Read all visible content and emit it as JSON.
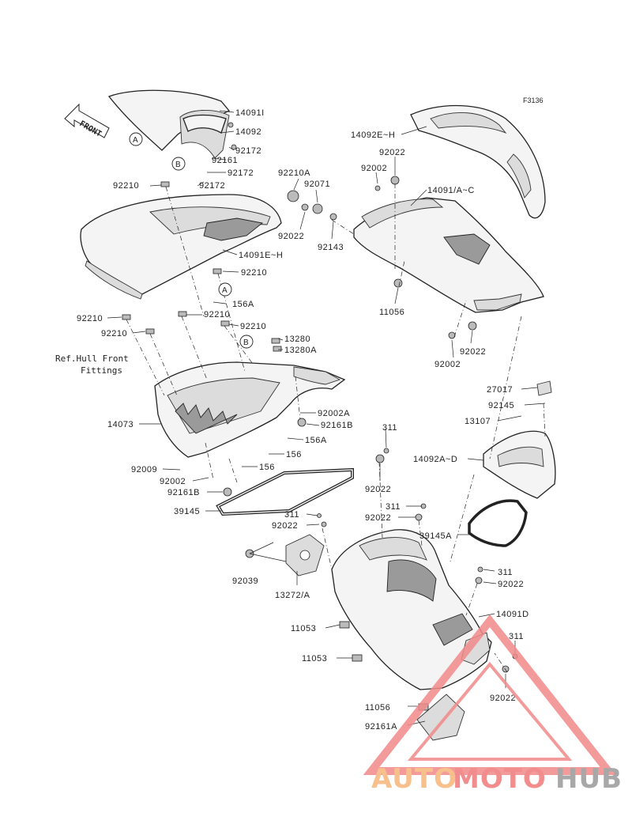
{
  "diagram": {
    "code": "F3136",
    "front_label": "FRONT",
    "ref_note": "Ref.Hull Front\nFittings",
    "callouts": {
      "a_left": "A",
      "a_mid": "A",
      "b_top": "B",
      "b_mid": "B"
    },
    "labels": {
      "l14091I": "14091I",
      "l14092": "14092",
      "l92172a": "92172",
      "l92161a": "92161",
      "l92172b": "92172",
      "l92172c": "92172",
      "l92210a": "92210",
      "l92210A": "92210A",
      "l92071": "92071",
      "l92022a": "92022",
      "l92143": "92143",
      "l14091EH": "14091E~H",
      "l92210b": "92210",
      "l156A": "156A",
      "l92210c": "92210",
      "l92210d": "92210",
      "l92210e": "92210",
      "l92210f": "92210",
      "l13280": "13280",
      "l13280A": "13280A",
      "l14073": "14073",
      "l92002A": "92002A",
      "l92161B": "92161B",
      "l156Ab": "156A",
      "l156a": "156",
      "l156b": "156",
      "l92009": "92009",
      "l92002a": "92002",
      "l92161Bb": "92161B",
      "l39145": "39145",
      "l14092EH": "14092E~H",
      "l92022b": "92022",
      "l92002b": "92002",
      "l14091AC": "14091/A~C",
      "l11056a": "11056",
      "l92022c": "92022",
      "l92002c": "92002",
      "l27017": "27017",
      "l92145": "92145",
      "l13107": "13107",
      "l311a": "311",
      "l14092AD": "14092A~D",
      "l92022d": "92022",
      "l311b": "311",
      "l92022e": "92022",
      "l39145A": "39145A",
      "l311c": "311",
      "l92022f": "92022",
      "l311d": "311",
      "l92022g": "92022",
      "l92039": "92039",
      "l13272A": "13272/A",
      "l14091D": "14091D",
      "l11053a": "11053",
      "l11053b": "11053",
      "l311e": "311",
      "l92022h": "92022",
      "l11056b": "11056",
      "l92161A": "92161A"
    }
  },
  "watermark": {
    "part1": "AUTO",
    "part2": "MOTO",
    "part3": "HUB",
    "color1": "#f6b67a",
    "color2": "#f07a7a",
    "color3": "#9a9a9a",
    "triangle_color": "#f28a8a"
  }
}
